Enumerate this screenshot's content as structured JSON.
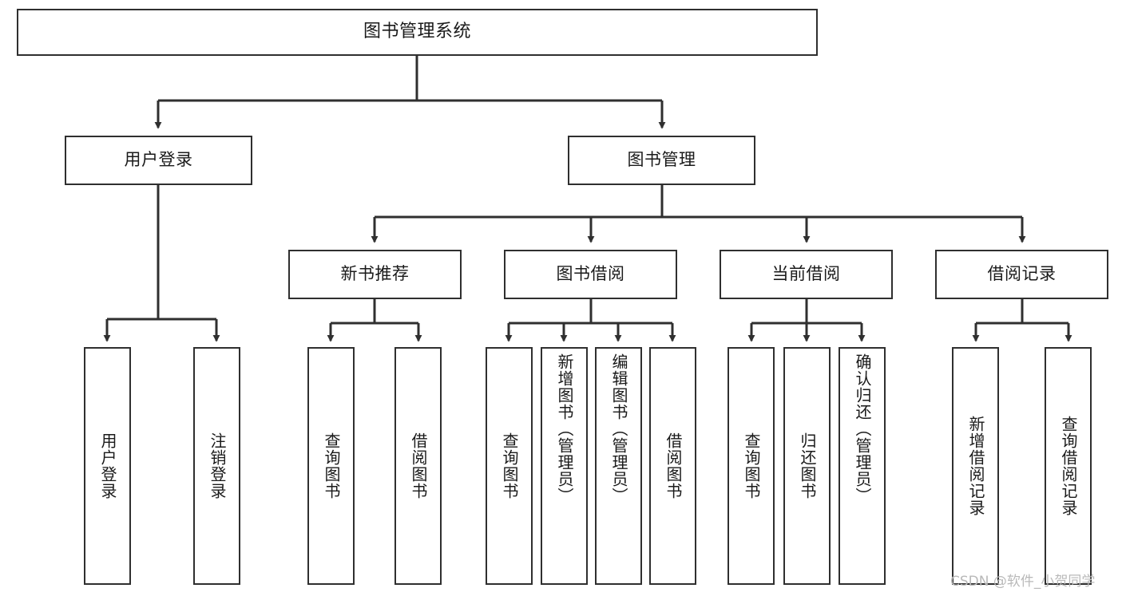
{
  "diagram": {
    "title": "图书管理系统",
    "type": "hierarchy-tree",
    "edge_color": "#2f2f2f",
    "node_border_color": "#2f2f2f",
    "node_fill_color": "#ffffff",
    "text_color": "#1a1a1a"
  },
  "root": {
    "label": "图书管理系统"
  },
  "level2": [
    {
      "label": "用户登录"
    },
    {
      "label": "图书管理"
    }
  ],
  "level3": [
    {
      "label": "新书推荐"
    },
    {
      "label": "图书借阅"
    },
    {
      "label": "当前借阅"
    },
    {
      "label": "借阅记录"
    }
  ],
  "leaves": {
    "user_login": [
      {
        "label": "用户登录"
      },
      {
        "label": "注销登录"
      }
    ],
    "new_book_recommend": [
      {
        "label": "查询图书"
      },
      {
        "label": "借阅图书"
      }
    ],
    "book_borrow": [
      {
        "label": "查询图书"
      },
      {
        "label": "新增图书（管理员）"
      },
      {
        "label": "编辑图书（管理员）"
      },
      {
        "label": "借阅图书"
      }
    ],
    "current_borrow": [
      {
        "label": "查询图书"
      },
      {
        "label": "归还图书"
      },
      {
        "label": "确认归还（管理员）"
      }
    ],
    "borrow_record": [
      {
        "label": "新增借阅记录"
      },
      {
        "label": "查询借阅记录"
      }
    ]
  },
  "watermark": {
    "text": "CSDN @软件_小贺同学"
  }
}
